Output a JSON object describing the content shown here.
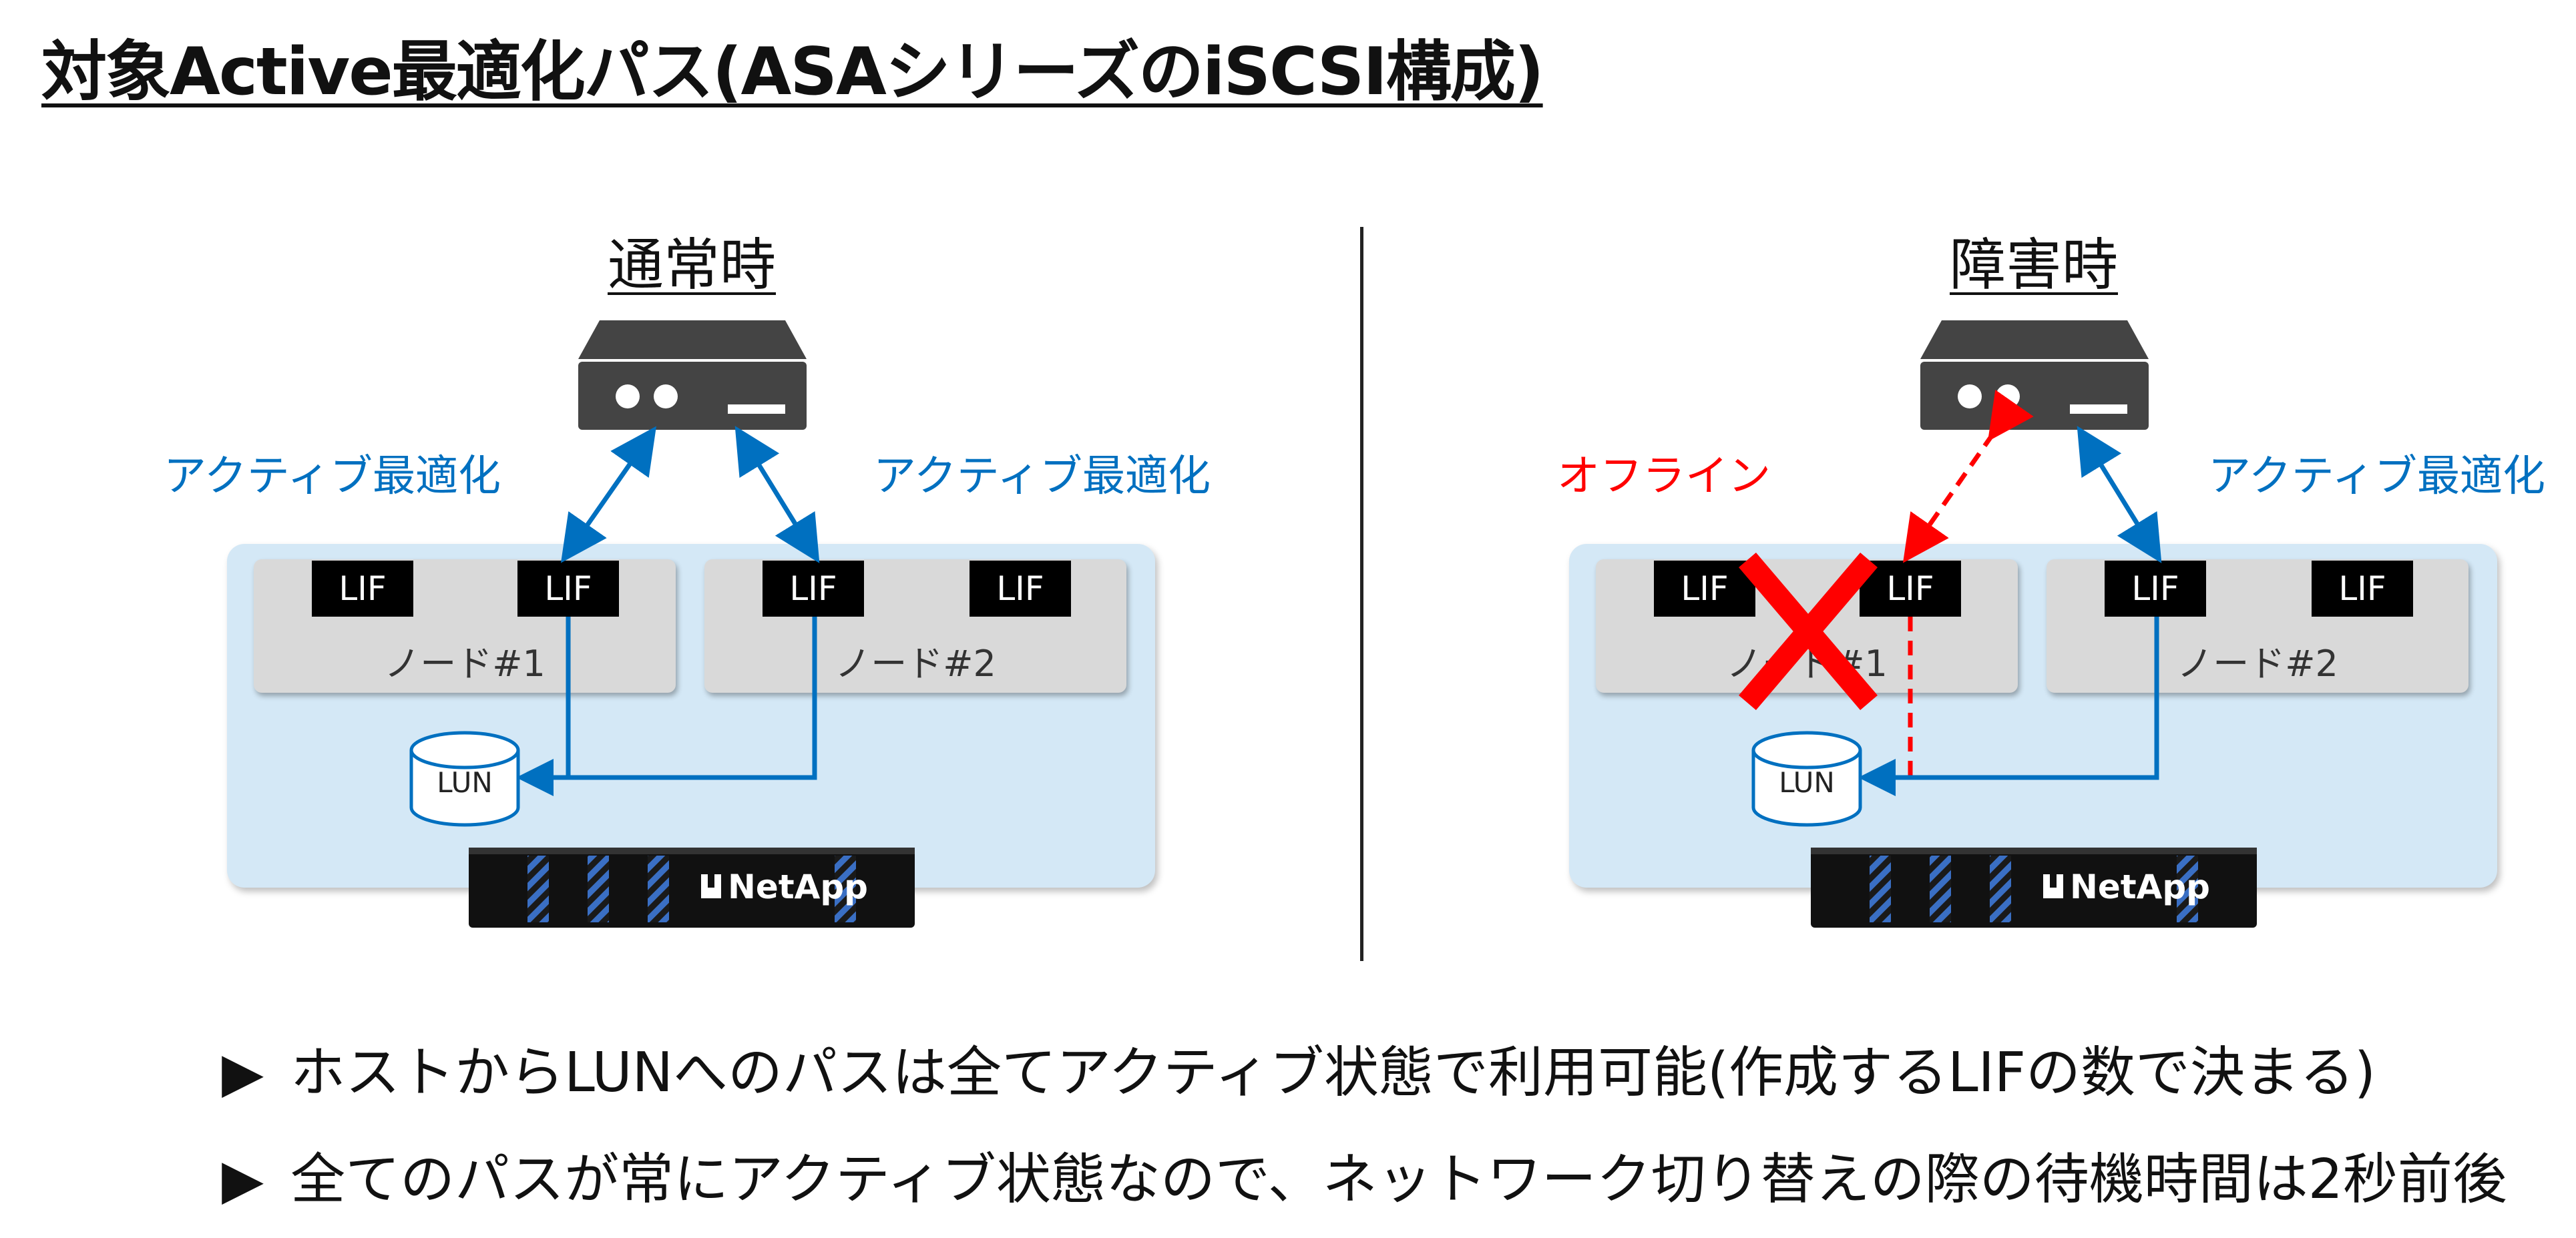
{
  "title": "対象Active最適化パス(ASAシリーズのiSCSI構成)",
  "left": {
    "heading": "通常時",
    "path_left_label": "アクティブ最適化",
    "path_right_label": "アクティブ最適化",
    "node1": {
      "label": "ノード#1",
      "lif_a": "LIF",
      "lif_b": "LIF"
    },
    "node2": {
      "label": "ノード#2",
      "lif_a": "LIF",
      "lif_b": "LIF"
    },
    "lun": "LUN",
    "brand": "NetApp"
  },
  "right": {
    "heading": "障害時",
    "path_left_label": "オフライン",
    "path_right_label": "アクティブ最適化",
    "node1": {
      "label": "ノード#1",
      "lif_a": "LIF",
      "lif_b": "LIF",
      "failed": true
    },
    "node2": {
      "label": "ノード#2",
      "lif_a": "LIF",
      "lif_b": "LIF"
    },
    "lun": "LUN",
    "brand": "NetApp"
  },
  "bullets": [
    {
      "marker": "▶",
      "text": "ホストからLUNへのパスは全てアクティブ状態で利用可能(作成するLIFの数で決まる)"
    },
    {
      "marker": "▶",
      "text": "全てのパスが常にアクティブ状態なので、ネットワーク切り替えの際の待機時間は2秒前後"
    }
  ],
  "colors": {
    "active_path": "#0070c0",
    "offline_path": "#ff0000",
    "cluster_bg": "#d4e8f6",
    "node_bg": "#d9d9d9",
    "failure_mark": "#ff0000"
  },
  "icons": {
    "host": "server-icon",
    "storage": "storage-array-icon",
    "lun": "database-cylinder-icon",
    "failure": "x-mark-icon"
  }
}
